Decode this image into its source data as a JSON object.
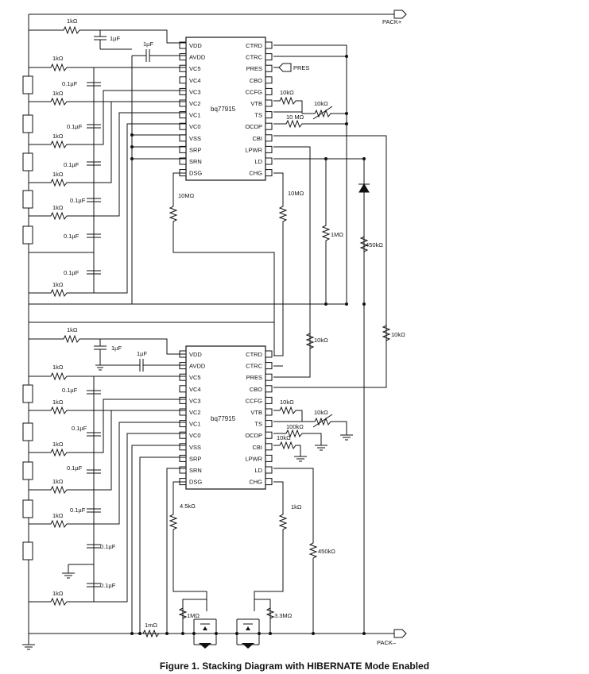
{
  "caption": "Figure 1. Stacking Diagram with HIBERNATE Mode Enabled",
  "ports": {
    "pack_plus": "PACK+",
    "pack_minus": "PACK–",
    "pres": "PRES"
  },
  "chip_name": "bq77915",
  "left_pins": [
    "VDD",
    "AVDD",
    "VC5",
    "VC4",
    "VC3",
    "VC2",
    "VC1",
    "VC0",
    "VSS",
    "SRP",
    "SRN",
    "DSG"
  ],
  "right_pins": [
    "CTRD",
    "CTRC",
    "PRES",
    "CBO",
    "CCFG",
    "VTB",
    "TS",
    "OCDP",
    "CBI",
    "LPWR",
    "LD",
    "CHG"
  ],
  "labels": {
    "r1k": "1kΩ",
    "c1u": "1µF",
    "c01u": "0.1µF",
    "r10k": "10kΩ",
    "r10m": "10MΩ",
    "r10m_alt": "10 MΩ",
    "r1m": "1MΩ",
    "r450k": "450kΩ",
    "r100k": "100kΩ",
    "r45k": "4.5kΩ",
    "r1m_low": "1MΩ",
    "r33m": "3.3MΩ",
    "r1mohm": "1mΩ"
  }
}
